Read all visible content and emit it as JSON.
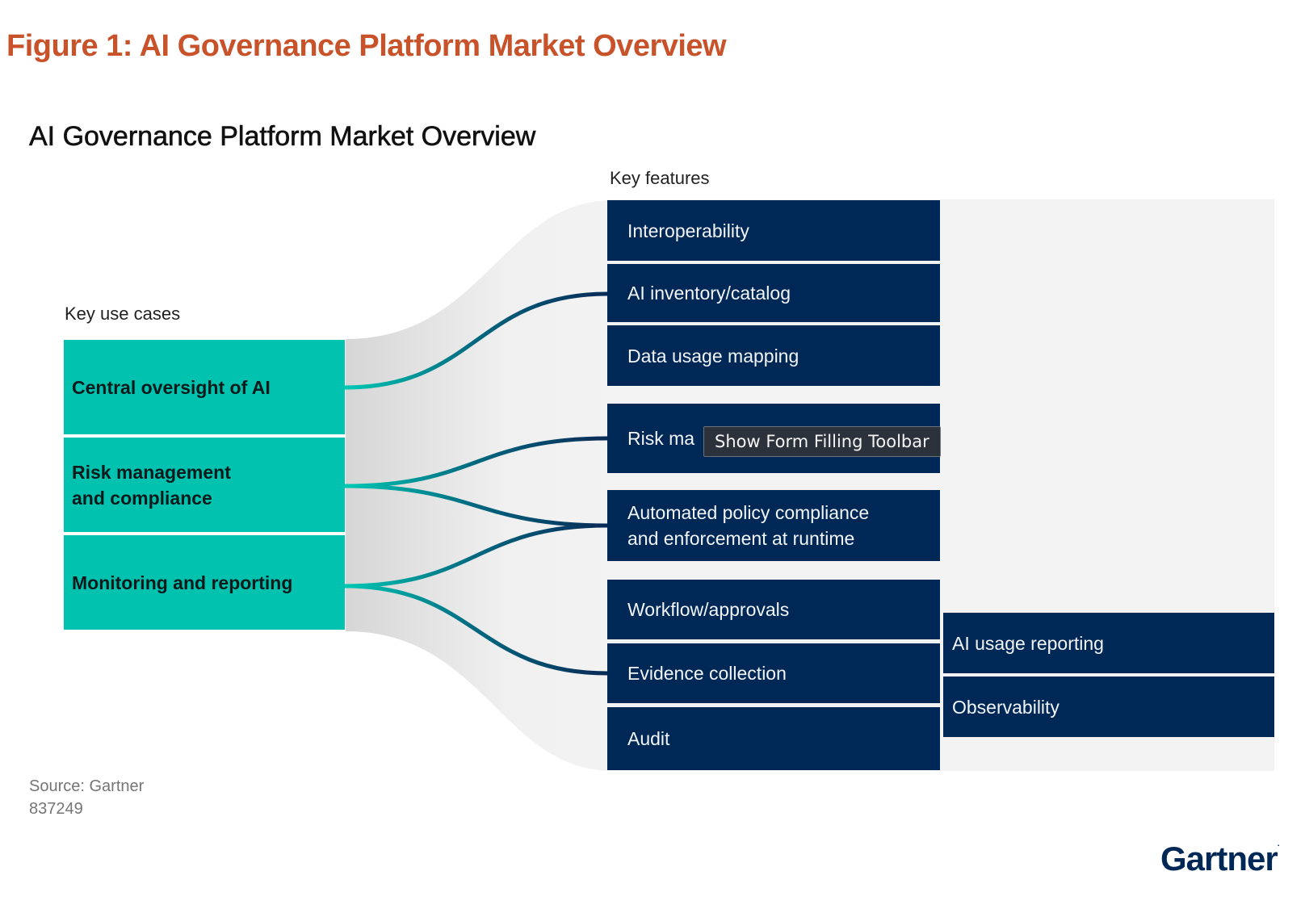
{
  "figure_title": "Figure 1: AI Governance Platform Market Overview",
  "chart_title": "AI Governance Platform Market Overview",
  "use_cases_label": "Key use cases",
  "features_label": "Key features",
  "use_cases": [
    {
      "label": "Central oversight of AI"
    },
    {
      "label": "Risk management\nand compliance"
    },
    {
      "label": "Monitoring and reporting"
    }
  ],
  "features": [
    {
      "label": "Interoperability"
    },
    {
      "label": "AI inventory/catalog"
    },
    {
      "label": "Data usage mapping"
    },
    {
      "label": "Risk ma"
    },
    {
      "label": "Automated policy compliance\nand enforcement at runtime"
    },
    {
      "label": "Workflow/approvals"
    },
    {
      "label": "Evidence collection"
    },
    {
      "label": "Audit"
    }
  ],
  "sub_features": [
    {
      "label": "AI usage reporting"
    },
    {
      "label": "Observability"
    }
  ],
  "connections": [
    {
      "from": "Central oversight of AI",
      "to": "AI inventory/catalog"
    },
    {
      "from": "Risk management and compliance",
      "to": "Risk ma"
    },
    {
      "from": "Risk management and compliance",
      "to": "Automated policy compliance and enforcement at runtime"
    },
    {
      "from": "Monitoring and reporting",
      "to": "Automated policy compliance and enforcement at runtime"
    },
    {
      "from": "Monitoring and reporting",
      "to": "Evidence collection"
    }
  ],
  "tooltip": "Show Form Filling Toolbar",
  "source": {
    "line1": "Source: Gartner",
    "line2": "837249"
  },
  "logo": "Gartner",
  "colors": {
    "title": "#c8532a",
    "use_case_fill": "#00c2ae",
    "feature_fill": "#002856",
    "panel_gray": "#f3f3f3"
  }
}
